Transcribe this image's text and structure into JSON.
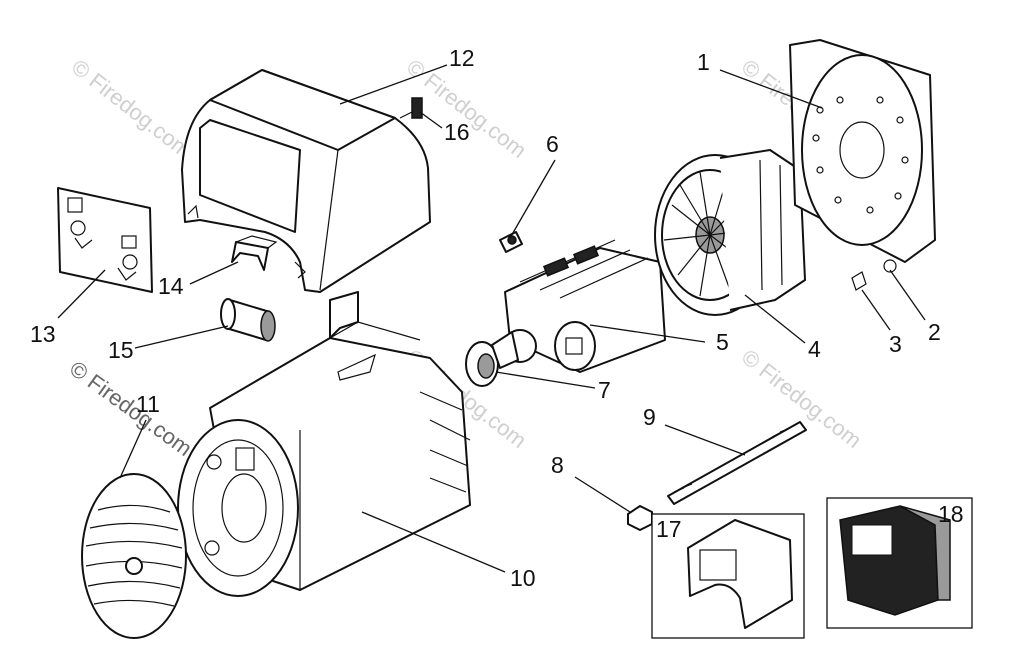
{
  "diagram": {
    "watermark": "© Firedog.com",
    "callouts": [
      {
        "id": "1",
        "label": "1"
      },
      {
        "id": "2",
        "label": "2"
      },
      {
        "id": "3",
        "label": "3"
      },
      {
        "id": "4",
        "label": "4"
      },
      {
        "id": "5",
        "label": "5"
      },
      {
        "id": "6",
        "label": "6"
      },
      {
        "id": "7",
        "label": "7"
      },
      {
        "id": "8",
        "label": "8"
      },
      {
        "id": "9",
        "label": "9"
      },
      {
        "id": "10",
        "label": "10"
      },
      {
        "id": "11",
        "label": "11"
      },
      {
        "id": "12",
        "label": "12"
      },
      {
        "id": "13",
        "label": "13"
      },
      {
        "id": "14",
        "label": "14"
      },
      {
        "id": "15",
        "label": "15"
      },
      {
        "id": "16",
        "label": "16"
      },
      {
        "id": "17",
        "label": "17"
      },
      {
        "id": "18",
        "label": "18"
      }
    ]
  }
}
